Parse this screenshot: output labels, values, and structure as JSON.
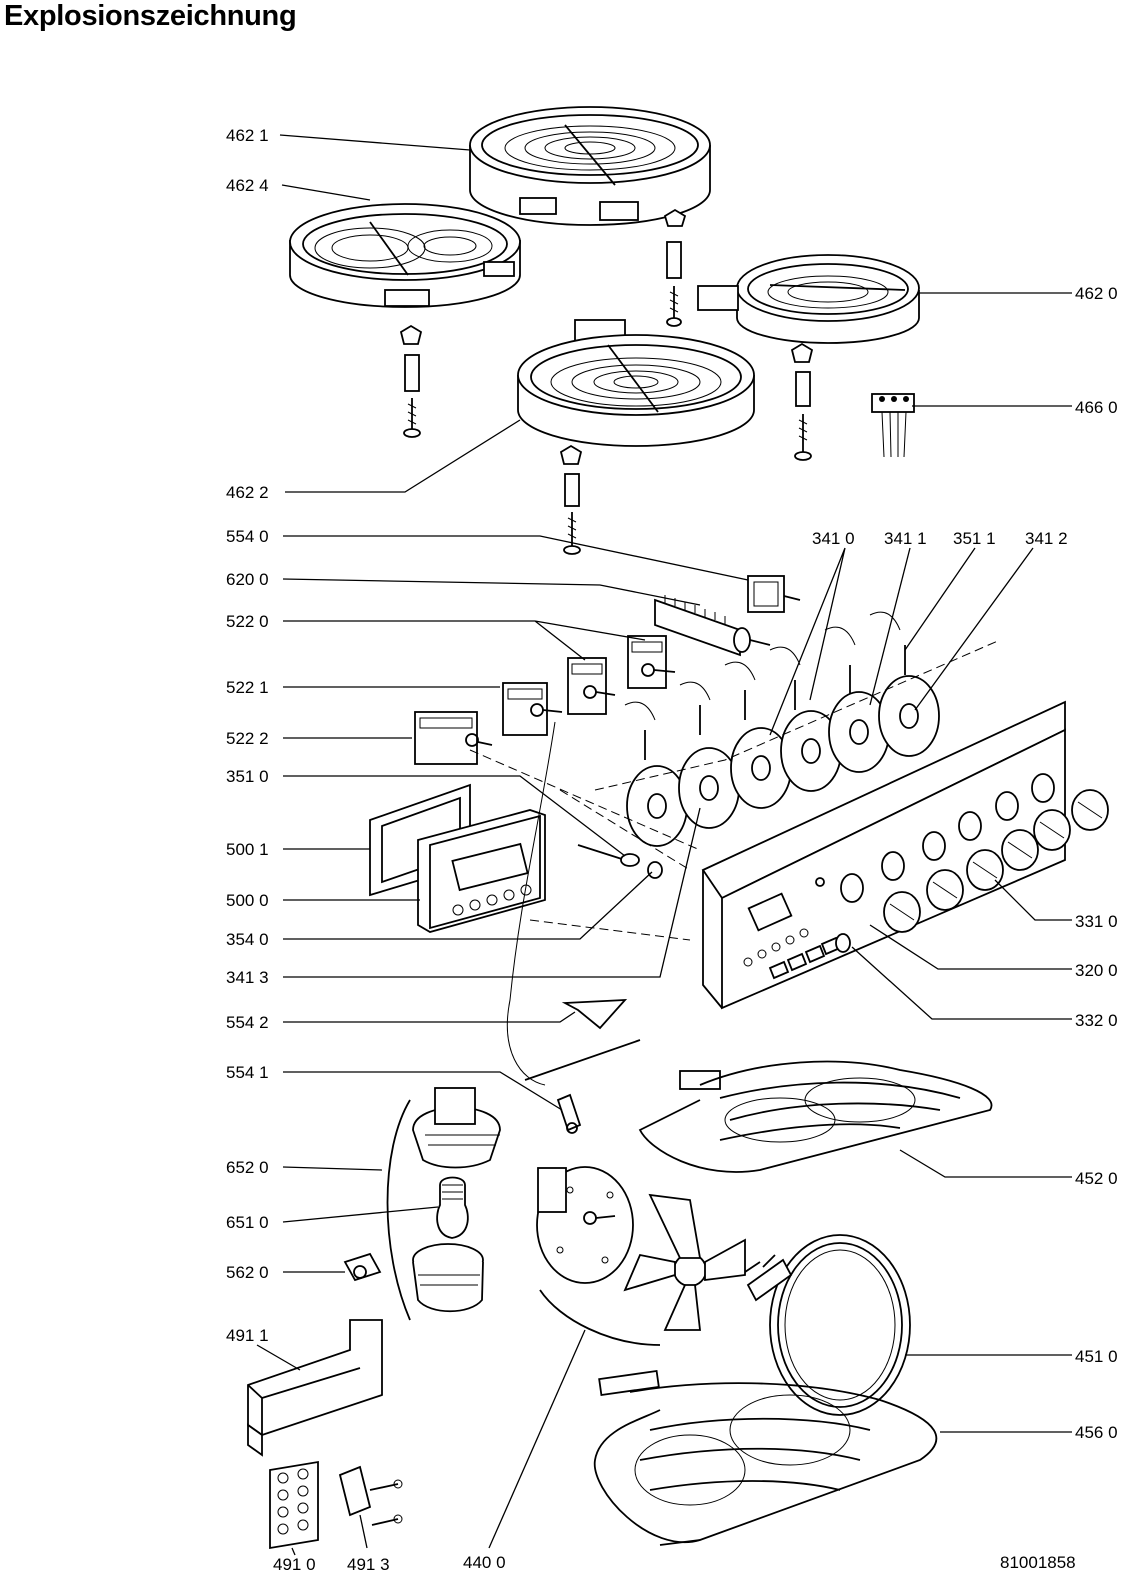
{
  "title": "Explosionszeichnung",
  "drawing_number": "81001858",
  "labels": {
    "l4621": "462 1",
    "l4624": "462 4",
    "l4620": "462 0",
    "l4660": "466 0",
    "l4622": "462 2",
    "l5540": "554 0",
    "l3410": "341 0",
    "l3411": "341 1",
    "l3511": "351 1",
    "l3412": "341 2",
    "l6200": "620 0",
    "l5220": "522 0",
    "l5221": "522 1",
    "l5222": "522 2",
    "l3510": "351 0",
    "l5001": "500 1",
    "l5000": "500 0",
    "l3540": "354 0",
    "l3413": "341 3",
    "l3310": "331 0",
    "l3200": "320 0",
    "l3320": "332 0",
    "l5542": "554 2",
    "l5541": "554 1",
    "l6520": "652 0",
    "l4520": "452 0",
    "l6510": "651 0",
    "l5620": "562 0",
    "l4911": "491 1",
    "l4510": "451 0",
    "l4560": "456 0",
    "l4910": "491 0",
    "l4913": "491 3",
    "l4400": "440 0"
  }
}
